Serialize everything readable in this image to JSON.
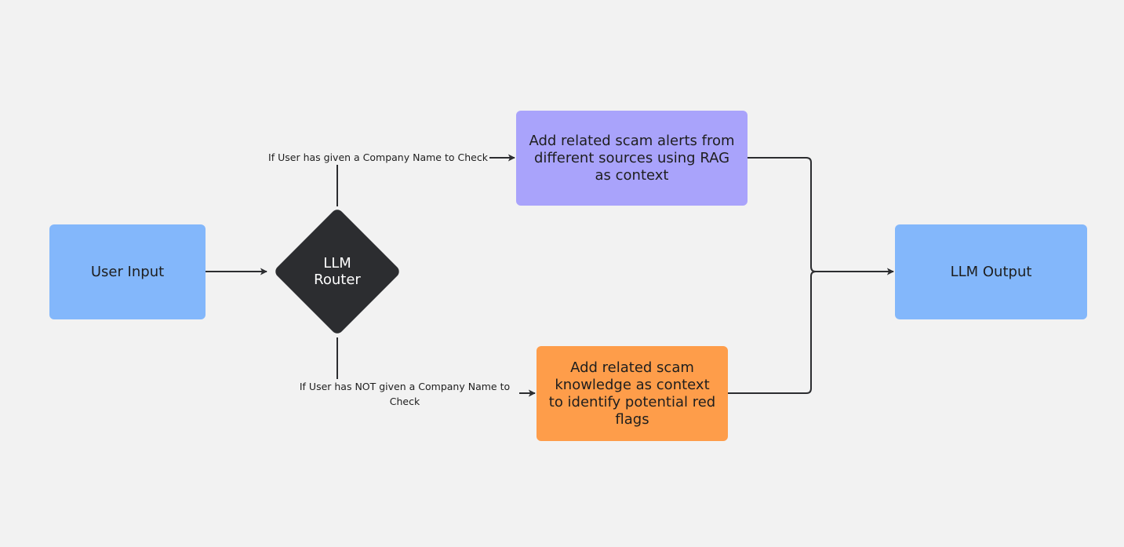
{
  "nodes": {
    "user_input": "User Input",
    "router": "LLM Router",
    "rag_step": "Add related scam alerts from different sources using RAG as context",
    "knowledge_step": "Add related scam knowledge as context to identify potential red flags",
    "llm_output": "LLM Output"
  },
  "edges": {
    "company_given": "If User has given a Company Name to Check",
    "company_not_given": "If User has NOT given a Company Name to Check"
  },
  "colors": {
    "background": "#f2f2f2",
    "input_output_fill": "#83b7fb",
    "rag_fill": "#a9a3fb",
    "knowledge_fill": "#fe9d4a",
    "router_fill": "#2c2d30",
    "connector": "#2c2d30"
  }
}
